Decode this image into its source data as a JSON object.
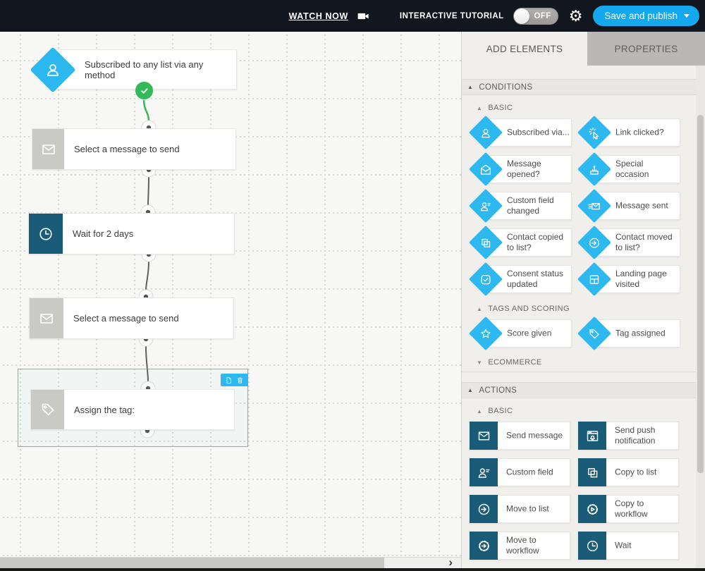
{
  "topbar": {
    "watch_now_label": "WATCH NOW",
    "tutorial_label": "INTERACTIVE TUTORIAL",
    "tutorial_toggle_state": "OFF",
    "save_button_label": "Save and publish"
  },
  "tabs": {
    "add_elements": "ADD ELEMENTS",
    "properties": "PROPERTIES"
  },
  "panel": {
    "conditions": {
      "title": "CONDITIONS",
      "basic": {
        "title": "BASIC",
        "tiles": [
          {
            "icon": "subscribed-icon",
            "label": "Subscribed via..."
          },
          {
            "icon": "link-clicked-icon",
            "label": "Link clicked?"
          },
          {
            "icon": "message-opened-icon",
            "label": "Message opened?"
          },
          {
            "icon": "special-occasion-icon",
            "label": "Special occasion"
          },
          {
            "icon": "custom-field-icon",
            "label": "Custom field changed"
          },
          {
            "icon": "message-sent-icon",
            "label": "Message sent"
          },
          {
            "icon": "contact-copied-icon",
            "label": "Contact copied to list?"
          },
          {
            "icon": "contact-moved-icon",
            "label": "Contact moved to list?"
          },
          {
            "icon": "consent-status-icon",
            "label": "Consent status updated"
          },
          {
            "icon": "landing-page-icon",
            "label": "Landing page visited"
          }
        ]
      },
      "tags_and_scoring": {
        "title": "TAGS AND SCORING",
        "tiles": [
          {
            "icon": "score-given-icon",
            "label": "Score given"
          },
          {
            "icon": "tag-assigned-icon",
            "label": "Tag assigned"
          }
        ]
      },
      "ecommerce": {
        "title": "ECOMMERCE",
        "collapsed": true
      }
    },
    "actions": {
      "title": "ACTIONS",
      "basic": {
        "title": "BASIC",
        "tiles": [
          {
            "icon": "send-message-icon",
            "label": "Send message"
          },
          {
            "icon": "send-push-icon",
            "label": "Send push notification"
          },
          {
            "icon": "custom-field-icon",
            "label": "Custom field"
          },
          {
            "icon": "copy-to-list-icon",
            "label": "Copy to list"
          },
          {
            "icon": "move-to-list-icon",
            "label": "Move to list"
          },
          {
            "icon": "copy-to-workflow-icon",
            "label": "Copy to workflow"
          },
          {
            "icon": "move-to-workflow-icon",
            "label": "Move to workflow"
          },
          {
            "icon": "wait-icon",
            "label": "Wait"
          }
        ]
      }
    }
  },
  "canvas": {
    "blocks": [
      {
        "label": "Subscribed to any list via any method",
        "status": "completed"
      },
      {
        "label": "Select a message to send"
      },
      {
        "label": "Wait for 2 days"
      },
      {
        "label": "Select a message to send"
      },
      {
        "label": "Assign the tag:",
        "selected": true
      }
    ]
  },
  "colors": {
    "accent_cyan": "#2db8ef",
    "dark_teal": "#1a5c78",
    "success_green": "#35b857",
    "gray_block": "#c9c9c6",
    "topbar_bg": "#12161e"
  }
}
